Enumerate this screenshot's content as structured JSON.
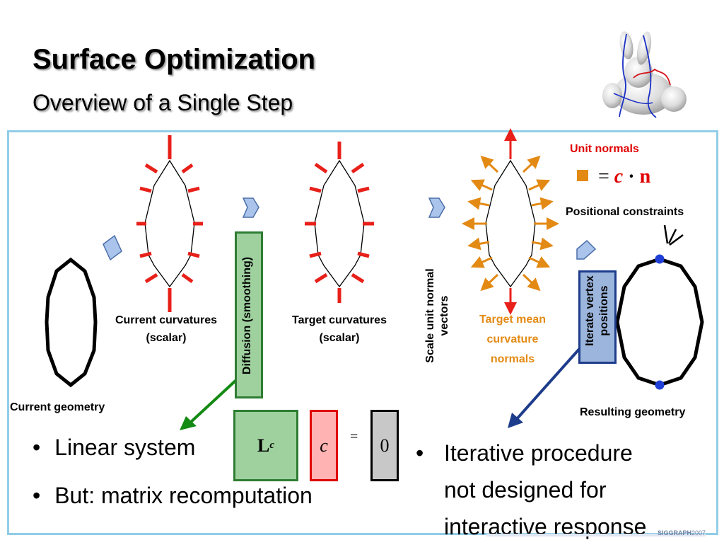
{
  "title": "Surface Optimization",
  "subtitle": "Overview of a Single Step",
  "diagram": {
    "labels": {
      "current_geometry": "Current geometry",
      "current_curvatures": "Current curvatures",
      "current_curvatures_sub": "(scalar)",
      "diffusion": "Diffusion (smoothing)",
      "target_curvatures": "Target curvatures",
      "target_curvatures_sub": "(scalar)",
      "scale_normals_line1": "Scale unit normal",
      "scale_normals_line2": "vectors",
      "target_mean_line1": "Target mean",
      "target_mean_line2": "curvature",
      "target_mean_line3": "normals",
      "unit_normals": "Unit normals",
      "positional_constraints": "Positional constraints",
      "iterate_line1": "Iterate vertex",
      "iterate_line2": "positions",
      "resulting_geometry": "Resulting geometry"
    },
    "formula": {
      "eq": "=",
      "c": "c",
      "dot": "·",
      "n": "n"
    },
    "system": {
      "L": "L",
      "L_sub": "c",
      "c": "c",
      "eq": "=",
      "zero": "0"
    }
  },
  "bullets": {
    "left": [
      "Linear system",
      "But: matrix recomputation"
    ],
    "right_line1": "Iterative procedure",
    "right_line2": "not designed for",
    "right_line3": "interactive response"
  },
  "footer": {
    "brand": "SIGGRAPH",
    "year": "2007"
  },
  "colors": {
    "frame": "#92cde8",
    "curvature_tick": "#e8201a",
    "normal_arrow": "#e38a14",
    "diffusion_box": "#9fd19f",
    "iterate_box": "#9bb5dc",
    "constraint_dot": "#1f3fd6",
    "step_arrow": "#aac4ec"
  },
  "icons": [
    "bunny-model-image",
    "step-arrow-icon",
    "green-arrow",
    "blue-arrow",
    "pin-constraint-icon"
  ]
}
